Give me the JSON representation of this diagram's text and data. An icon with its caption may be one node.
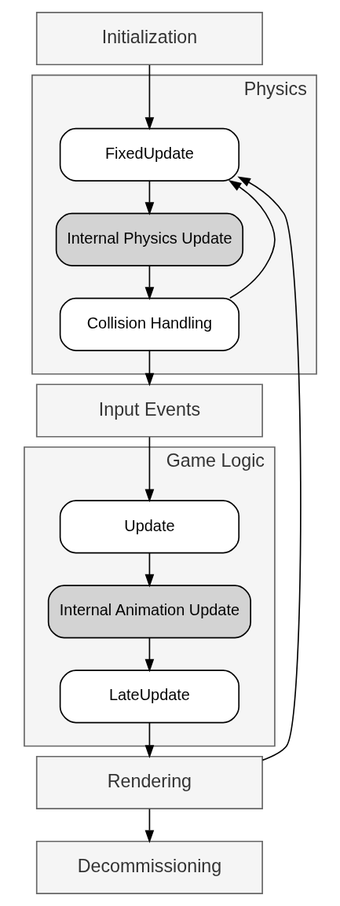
{
  "diagram": {
    "nodes": [
      {
        "text": [
          "Initialization"
        ]
      },
      {
        "text": [
          "Physics"
        ]
      },
      {
        "text": [
          "FixedUpdate"
        ],
        "in": 1
      },
      {
        "text": [
          "Internal Physics Update"
        ],
        "in": 1
      },
      {
        "text": [
          "Collision Handling"
        ],
        "in": 1
      },
      {
        "text": [
          "Input Events"
        ]
      },
      {
        "text": [
          "Game Logic"
        ]
      },
      {
        "text": [
          "Update"
        ],
        "in": 6
      },
      {
        "text": [
          "Internal Animation Update"
        ],
        "in": 6
      },
      {
        "text": [
          "LateUpdate"
        ],
        "in": 6
      },
      {
        "text": [
          "Rendering"
        ]
      },
      {
        "text": [
          "Decommissioning"
        ]
      }
    ],
    "edges": [
      {
        "from": 0,
        "to": 2,
        "arrow": "to"
      },
      {
        "from": 2,
        "to": 3,
        "arrow": "to"
      },
      {
        "from": 3,
        "to": 4,
        "arrow": "to"
      },
      {
        "from": 4,
        "to": 2,
        "arrow": "to"
      },
      {
        "from": 4,
        "to": 5,
        "arrow": "to"
      },
      {
        "from": 5,
        "to": 7,
        "arrow": "to"
      },
      {
        "from": 7,
        "to": 8,
        "arrow": "to"
      },
      {
        "from": 8,
        "to": 9,
        "arrow": "to"
      },
      {
        "from": 9,
        "to": 10,
        "arrow": "to"
      },
      {
        "from": 10,
        "to": 2,
        "arrow": "to"
      },
      {
        "from": 10,
        "to": 11,
        "arrow": "to"
      }
    ]
  }
}
